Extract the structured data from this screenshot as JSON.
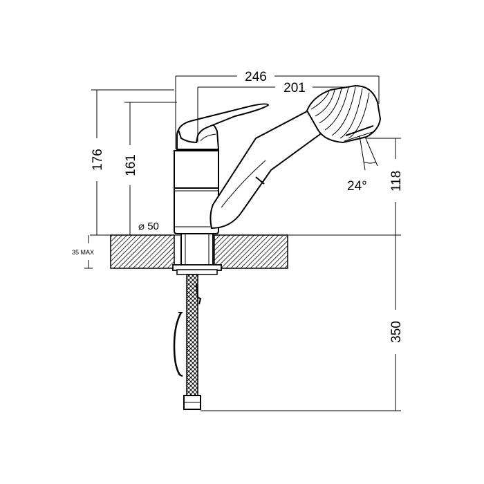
{
  "dimensions": {
    "overall_width": "246",
    "spout_reach": "201",
    "height_total": "176",
    "height_body": "161",
    "base_diameter": "⌀ 50",
    "counter_max": "35 MAX",
    "spray_angle": "24°",
    "spout_height": "118",
    "hose_length": "350"
  },
  "colors": {
    "line": "#000000",
    "background": "#ffffff"
  }
}
